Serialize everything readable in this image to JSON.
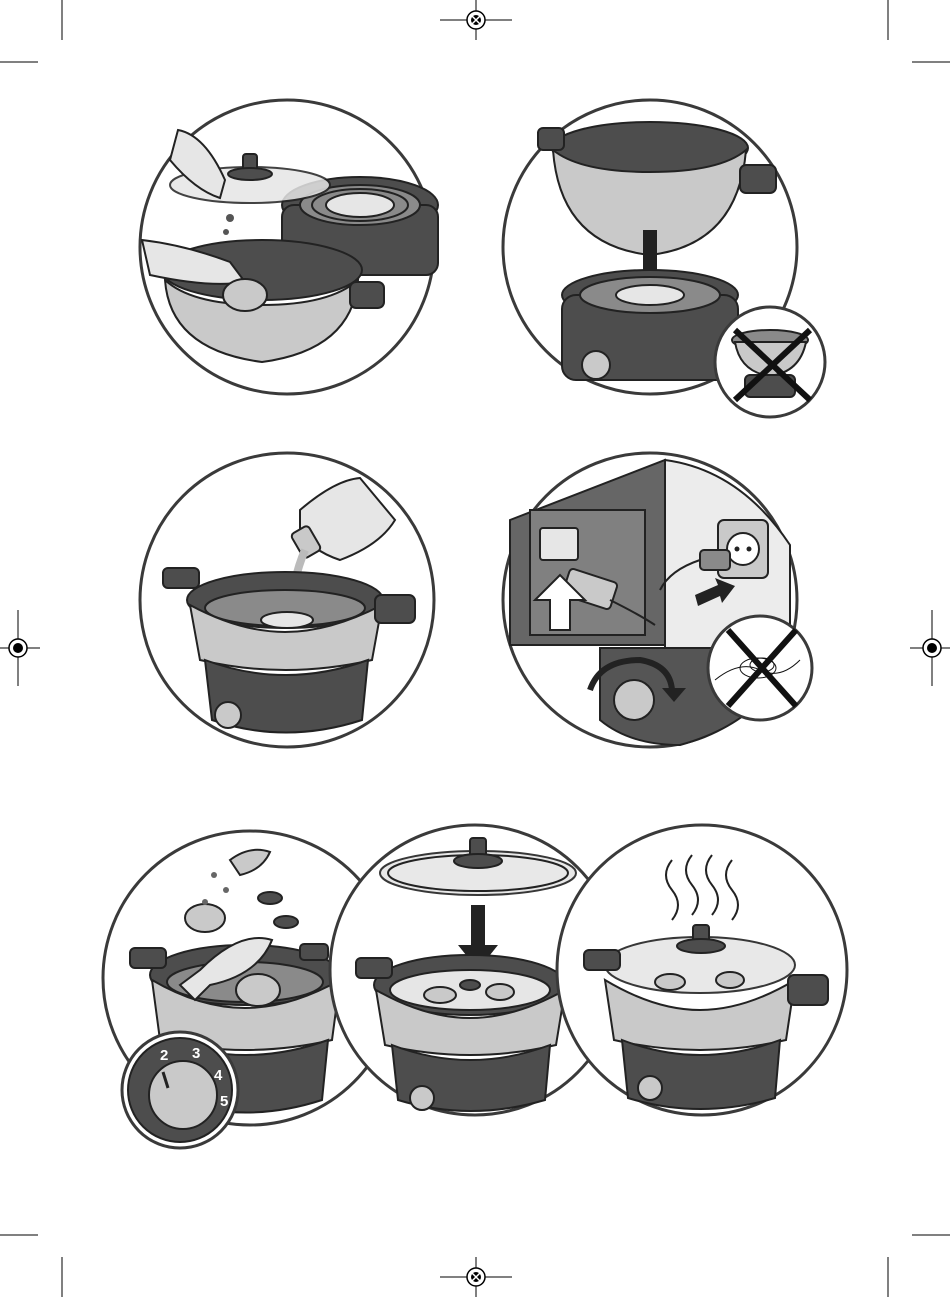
{
  "document": {
    "type": "illustrated-instruction-sheet",
    "steps": [
      {
        "id": 1,
        "name": "clean-parts"
      },
      {
        "id": 2,
        "name": "place-pot-on-base"
      },
      {
        "id": 3,
        "name": "pour-water"
      },
      {
        "id": 4,
        "name": "connect-and-switch-on"
      },
      {
        "id": 5,
        "name": "add-food-and-set-dial"
      },
      {
        "id": 6,
        "name": "place-lid"
      },
      {
        "id": 7,
        "name": "steam-cooking"
      }
    ],
    "dial_labels": [
      "2",
      "3",
      "4",
      "5"
    ],
    "colors": {
      "outline": "#3a3a3a",
      "dark": "#4d4d4d",
      "mid": "#8a8a8a",
      "light": "#c9c9c9",
      "background": "#ffffff"
    },
    "icons": [
      "cross-icon",
      "arrow-down-icon",
      "arrow-up-icon",
      "rotate-arrow-icon",
      "steam-icon",
      "registration-mark-icon"
    ]
  }
}
